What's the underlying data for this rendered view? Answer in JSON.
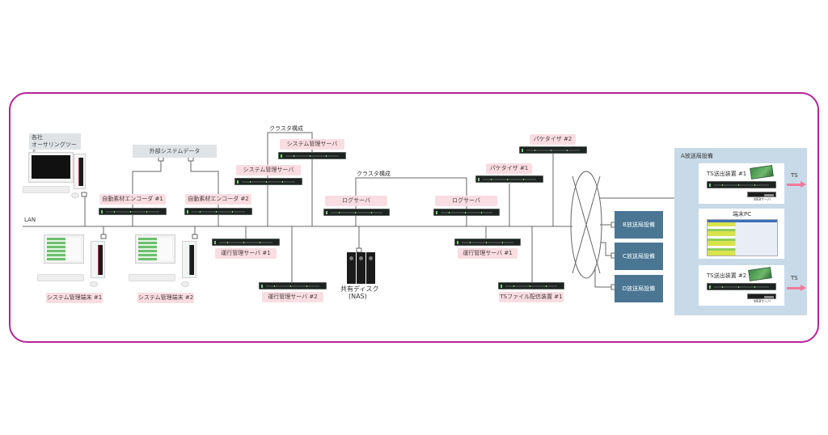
{
  "diagram": {
    "network_label": "LAN",
    "cluster_label": "クラスタ構成",
    "authoring": {
      "label_line1": "各社",
      "label_line2": "オーサリングツール"
    },
    "external_data": "外部システムデータ",
    "nodes": {
      "encoder1": "自動素材エンコーダ #1",
      "encoder2": "自動素材エンコーダ #2",
      "sysmgr_a": "システム管理サーバ",
      "sysmgr_b": "システム管理サーバ",
      "log_a": "ログサーバ",
      "log_b": "ログサーバ",
      "packetizer1": "パケタイザ #1",
      "packetizer2": "パケタイザ #2",
      "opsmgr1": "運行管理サーバ #1",
      "opsmgr2": "運行管理サーバ #2",
      "opsmgr1_right": "運行管理サーバ #1",
      "ts_delivery1": "TSファイル配信装置 #1",
      "terminal1": "システム管理端末 #1",
      "terminal2": "システム管理端末 #2",
      "nas_line1": "共有ディスク",
      "nas_line2": "(NAS)"
    },
    "stations": {
      "b": "B放送局設備",
      "c": "C放送局設備",
      "d": "D放送局設備"
    },
    "station_a": {
      "title": "A放送局設備",
      "ts_out1": "TS送出装置 #1",
      "ts_out2": "TS送出装置 #2",
      "terminal_pc": "端末PC",
      "web_server1": "WEBサーバ",
      "web_server2": "WEBサーバ",
      "ts_arrow1": "TS",
      "ts_arrow2": "TS"
    },
    "colors": {
      "frame": "#b5249a",
      "label_bg": "#f9dde2",
      "station_box": "#4a7693",
      "station_a_panel": "#c8dae8",
      "ts_arrow": "#f07a9c"
    }
  }
}
